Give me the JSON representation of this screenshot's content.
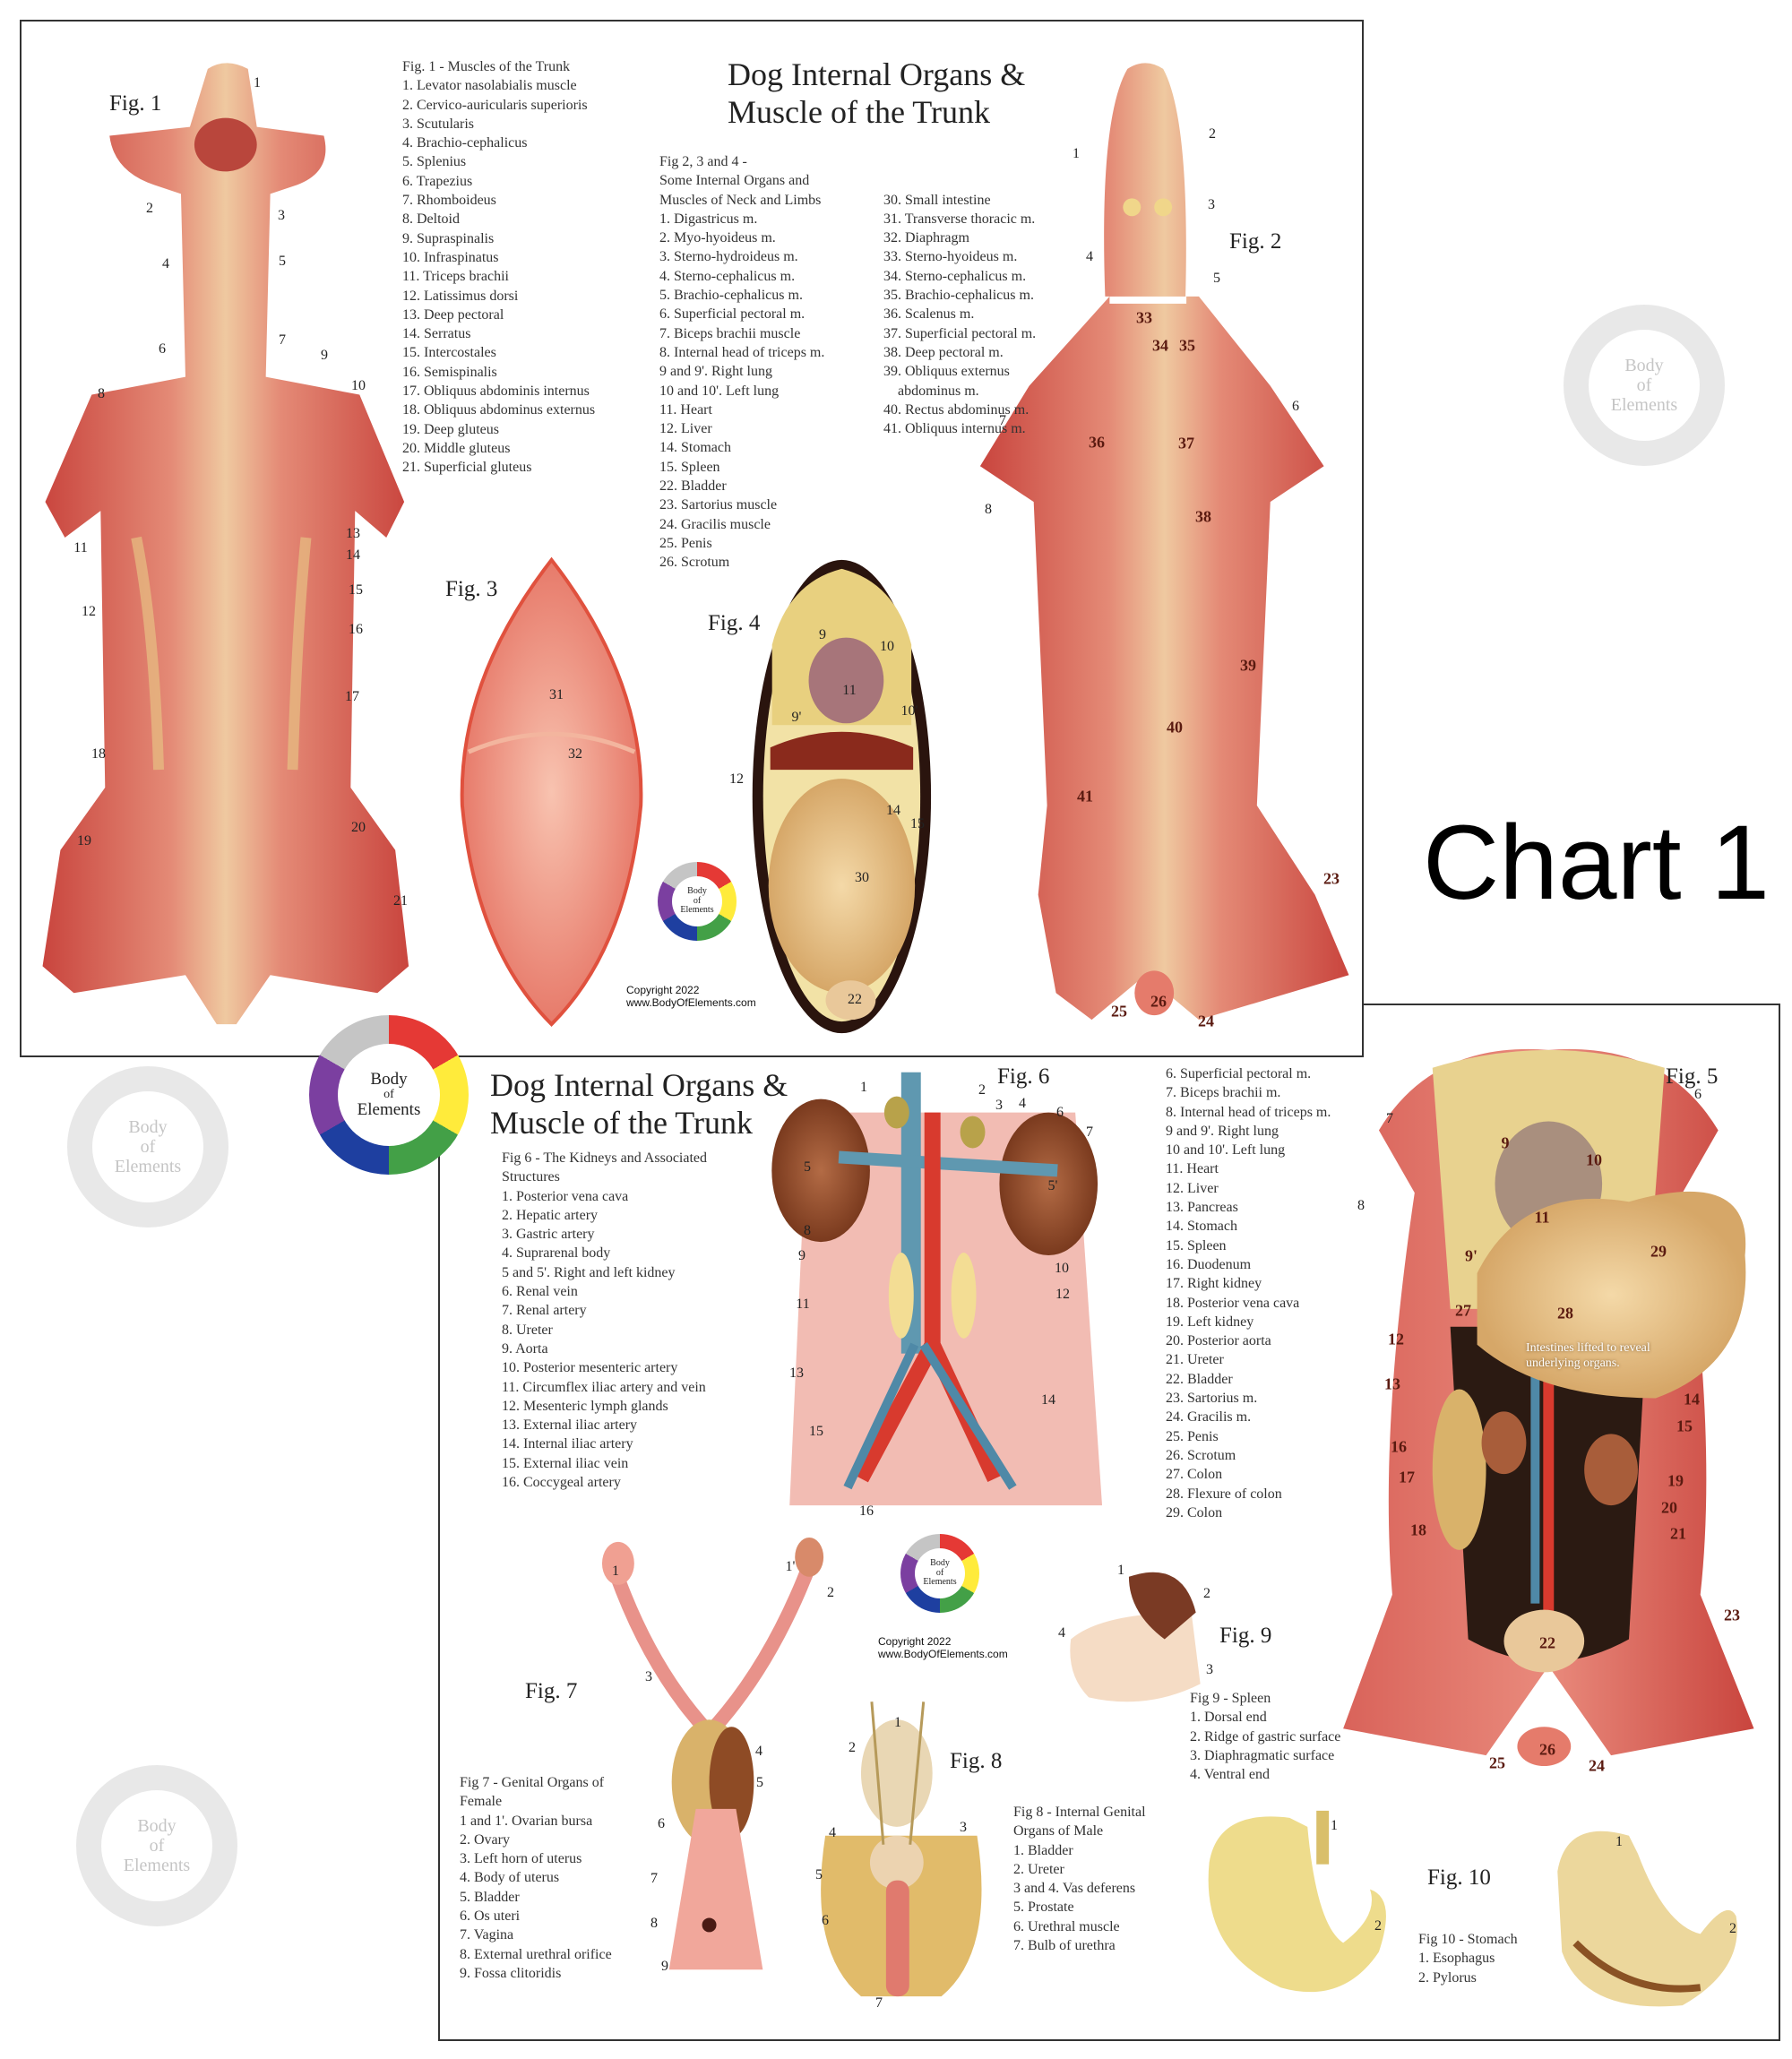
{
  "chart_label": "Chart 1",
  "logo": {
    "line1": "Body",
    "line2": "of",
    "line3": "Elements",
    "colors": [
      "#e53935",
      "#ffeb3b",
      "#43a047",
      "#1e3fa0",
      "#7b3fa0",
      "#c5c5c5"
    ]
  },
  "panel1": {
    "title_line1": "Dog Internal Organs &",
    "title_line2": "Muscle of the Trunk",
    "fig1_label": "Fig. 1",
    "fig2_label": "Fig. 2",
    "fig3_label": "Fig. 3",
    "fig4_label": "Fig. 4",
    "fig1_legend": {
      "heading": "Fig. 1 - Muscles of the Trunk",
      "items": [
        "1. Levator nasolabialis muscle",
        "2. Cervico-auricularis superioris",
        "3. Scutularis",
        "4. Brachio-cephalicus",
        "5. Splenius",
        "6. Trapezius",
        "7. Rhomboideus",
        "8. Deltoid",
        "9. Supraspinalis",
        "10. Infraspinatus",
        "11. Triceps brachii",
        "12. Latissimus dorsi",
        "13. Deep pectoral",
        "14. Serratus",
        "15. Intercostales",
        "16. Semispinalis",
        "17. Obliquus abdominis internus",
        "18. Obliquus abdominus externus",
        "19. Deep gluteus",
        "20. Middle gluteus",
        "21. Superficial gluteus"
      ]
    },
    "fig234_legend": {
      "heading_line1": "Fig 2, 3 and 4 -",
      "heading_line2": "Some Internal Organs and",
      "heading_line3": "Muscles of Neck and Limbs",
      "col1": [
        "1. Digastricus m.",
        "2. Myo-hyoideus m.",
        "3. Sterno-hydroideus m.",
        "4. Sterno-cephalicus m.",
        "5. Brachio-cephalicus m.",
        "6. Superficial pectoral m.",
        "7. Biceps brachii muscle",
        "8. Internal head of triceps m.",
        "9 and 9'. Right lung",
        "10 and 10'. Left lung",
        "11. Heart",
        "12. Liver",
        "14. Stomach",
        "15. Spleen",
        "22. Bladder",
        "23. Sartorius muscle",
        "24. Gracilis muscle",
        "25. Penis",
        "26. Scrotum"
      ],
      "col2": [
        "30. Small intestine",
        "31. Transverse thoracic m.",
        "32. Diaphragm",
        "33. Sterno-hyoideus m.",
        "34. Sterno-cephalicus m.",
        "35. Brachio-cephalicus m.",
        "36. Scalenus m.",
        "37. Superficial pectoral m.",
        "38. Deep pectoral m.",
        "39. Obliquus externus",
        "    abdominus m.",
        "40. Rectus abdominus m.",
        "41. Obliquus internus m."
      ]
    },
    "copyright_line1": "Copyright 2022",
    "copyright_line2": "www.BodyOfElements.com",
    "callouts": {
      "fig1": [
        "1",
        "2",
        "3",
        "4",
        "5",
        "6",
        "7",
        "8",
        "9",
        "10",
        "11",
        "12",
        "13",
        "14",
        "15",
        "16",
        "17",
        "18",
        "19",
        "20",
        "21"
      ],
      "fig2": [
        "1",
        "2",
        "3",
        "4",
        "5",
        "6",
        "7",
        "8",
        "23",
        "24",
        "25",
        "26",
        "33",
        "34",
        "35",
        "36",
        "37",
        "38",
        "39",
        "40",
        "41"
      ],
      "fig3": [
        "31",
        "32"
      ],
      "fig4": [
        "9",
        "10",
        "11",
        "9'",
        "10'",
        "12",
        "14",
        "15",
        "30",
        "22"
      ]
    }
  },
  "panel2": {
    "title_line1": "Dog Internal Organs &",
    "title_line2": "Muscle of the Trunk",
    "fig5_label": "Fig. 5",
    "fig6_label": "Fig. 6",
    "fig7_label": "Fig. 7",
    "fig8_label": "Fig. 8",
    "fig9_label": "Fig. 9",
    "fig10_label": "Fig. 10",
    "fig6_legend": {
      "heading_line1": "Fig 6 - The Kidneys and Associated",
      "heading_line2": "Structures",
      "items": [
        "1. Posterior vena cava",
        "2. Hepatic artery",
        "3. Gastric artery",
        "4. Suprarenal body",
        "5 and 5'. Right and left kidney",
        "6. Renal vein",
        "7. Renal artery",
        "8. Ureter",
        "9. Aorta",
        "10. Posterior mesenteric artery",
        "11. Circumflex iliac artery and vein",
        "12. Mesenteric lymph glands",
        "13. External iliac artery",
        "14. Internal iliac artery",
        "15. External iliac vein",
        "16. Coccygeal artery"
      ]
    },
    "fig5_legend": {
      "items": [
        "6. Superficial pectoral m.",
        "7. Biceps brachii m.",
        "8. Internal head of triceps m.",
        "9 and 9'. Right lung",
        "10 and 10'. Left lung",
        "11. Heart",
        "12. Liver",
        "13. Pancreas",
        "14. Stomach",
        "15. Spleen",
        "16. Duodenum",
        "17. Right kidney",
        "18. Posterior vena cava",
        "19. Left kidney",
        "20. Posterior aorta",
        "21. Ureter",
        "22. Bladder",
        "23. Sartorius m.",
        "24. Gracilis m.",
        "25. Penis",
        "26. Scrotum",
        "27. Colon",
        "28. Flexure of colon",
        "29. Colon"
      ]
    },
    "fig5_note": "Intestines lifted to reveal underlying organs.",
    "fig7_legend": {
      "heading_line1": "Fig 7 - Genital Organs of",
      "heading_line2": "Female",
      "items": [
        "1 and 1'. Ovarian bursa",
        "2. Ovary",
        "3. Left horn of uterus",
        "4. Body of uterus",
        "5. Bladder",
        "6. Os uteri",
        "7. Vagina",
        "8. External urethral orifice",
        "9. Fossa clitoridis"
      ]
    },
    "fig8_legend": {
      "heading_line1": "Fig 8 - Internal Genital",
      "heading_line2": "Organs of Male",
      "items": [
        "1. Bladder",
        "2. Ureter",
        "3 and 4. Vas deferens",
        "5. Prostate",
        "6. Urethral muscle",
        "7. Bulb of urethra"
      ]
    },
    "fig9_legend": {
      "heading": "Fig 9 - Spleen",
      "items": [
        "1. Dorsal end",
        "2. Ridge of gastric surface",
        "3. Diaphragmatic surface",
        "4. Ventral end"
      ]
    },
    "fig10_legend": {
      "heading": "Fig 10 - Stomach",
      "items": [
        "1. Esophagus",
        "2. Pylorus"
      ]
    },
    "copyright_line1": "Copyright 2022",
    "copyright_line2": "www.BodyOfElements.com",
    "callouts": {
      "fig5": [
        "6",
        "7",
        "8",
        "9",
        "10",
        "11",
        "9'",
        "29",
        "27",
        "28",
        "12",
        "13",
        "14",
        "15",
        "16",
        "17",
        "18",
        "19",
        "20",
        "21",
        "22",
        "23",
        "24",
        "25",
        "26"
      ],
      "fig6": [
        "1",
        "2",
        "3",
        "4",
        "6",
        "7",
        "5",
        "5'",
        "8",
        "9",
        "10",
        "11",
        "12",
        "13",
        "14",
        "15",
        "16"
      ],
      "fig7": [
        "1",
        "1'",
        "2",
        "3",
        "4",
        "5",
        "6",
        "7",
        "8",
        "9"
      ],
      "fig8": [
        "1",
        "2",
        "3",
        "4",
        "5",
        "6",
        "7"
      ],
      "fig9": [
        "1",
        "2",
        "3",
        "4"
      ],
      "fig10": [
        "1",
        "2",
        "1",
        "2"
      ]
    }
  }
}
